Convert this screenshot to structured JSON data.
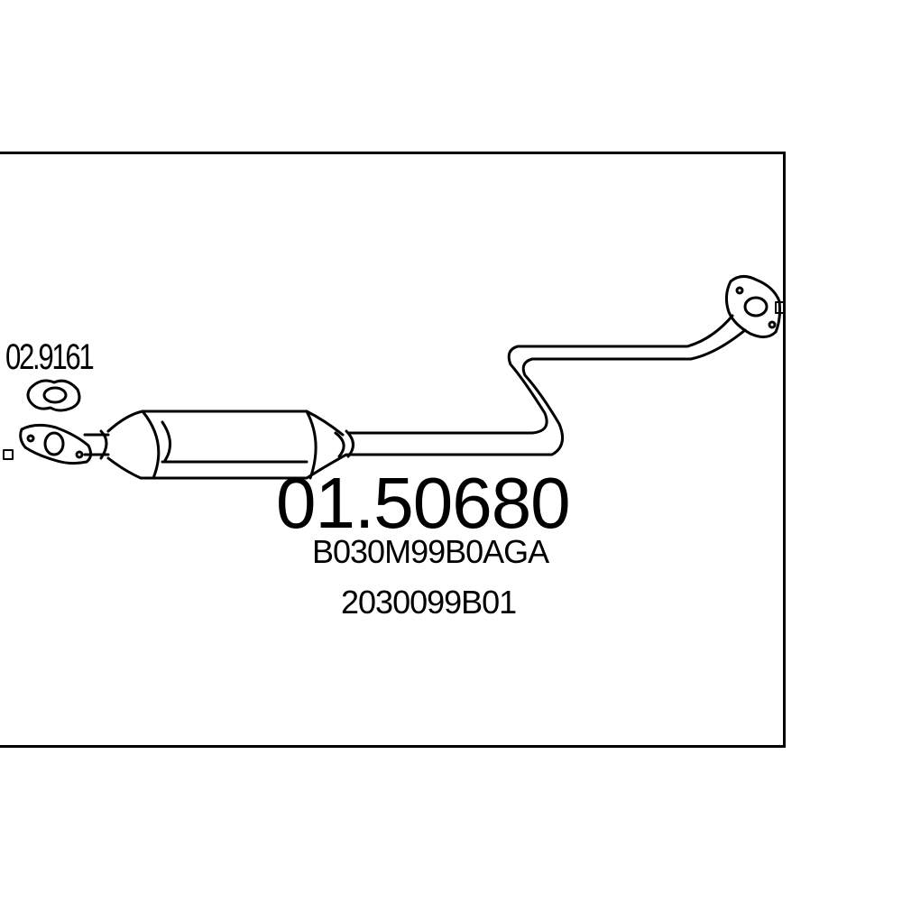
{
  "diagram": {
    "gasket_code": "02.9161",
    "part_number": "01.50680",
    "oem_numbers": [
      "B030M99B0AGA",
      "2030099B01"
    ],
    "line_color": "#000000",
    "background": "#ffffff"
  }
}
